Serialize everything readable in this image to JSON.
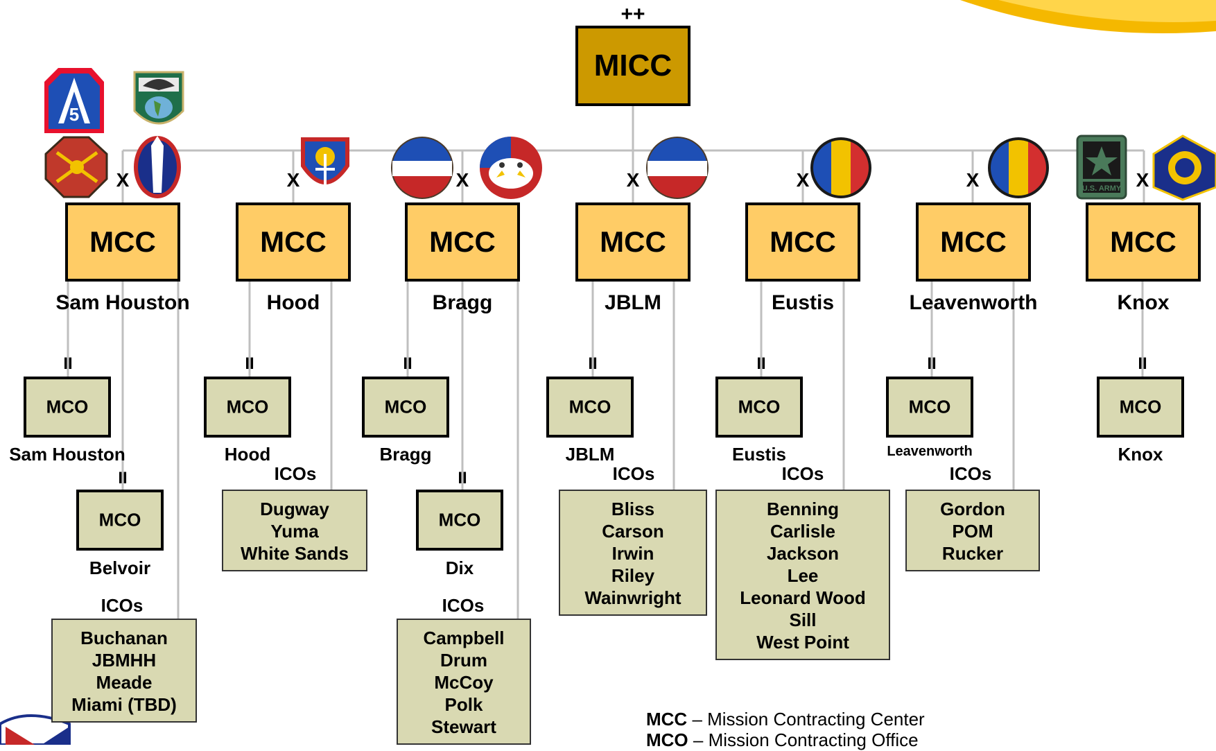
{
  "top": {
    "echelon": "++",
    "label": "MICC"
  },
  "mccs": [
    {
      "echelon": "X",
      "label": "MCC",
      "name": "Sam Houston"
    },
    {
      "echelon": "X",
      "label": "MCC",
      "name": "Hood"
    },
    {
      "echelon": "X",
      "label": "MCC",
      "name": "Bragg"
    },
    {
      "echelon": "X",
      "label": "MCC",
      "name": "JBLM"
    },
    {
      "echelon": "X",
      "label": "MCC",
      "name": "Eustis"
    },
    {
      "echelon": "X",
      "label": "MCC",
      "name": "Leavenworth"
    },
    {
      "echelon": "X",
      "label": "MCC",
      "name": "Knox"
    }
  ],
  "mcos": [
    {
      "echelon": "II",
      "label": "MCO",
      "name": "Sam Houston"
    },
    {
      "echelon": "II",
      "label": "MCO",
      "name": "Belvoir"
    },
    {
      "echelon": "II",
      "label": "MCO",
      "name": "Hood"
    },
    {
      "echelon": "II",
      "label": "MCO",
      "name": "Bragg"
    },
    {
      "echelon": "II",
      "label": "MCO",
      "name": "Dix"
    },
    {
      "echelon": "II",
      "label": "MCO",
      "name": "JBLM"
    },
    {
      "echelon": "II",
      "label": "MCO",
      "name": "Eustis"
    },
    {
      "echelon": "II",
      "label": "MCO",
      "name": "Leavenworth"
    },
    {
      "echelon": "II",
      "label": "MCO",
      "name": "Knox"
    }
  ],
  "icos": [
    {
      "heading": "ICOs",
      "items": [
        "Buchanan",
        "JBMHH",
        "Meade",
        "Miami (TBD)"
      ]
    },
    {
      "heading": "ICOs",
      "items": [
        "Dugway",
        "Yuma",
        "White Sands"
      ]
    },
    {
      "heading": "ICOs",
      "items": [
        "Campbell",
        "Drum",
        "McCoy",
        "Polk",
        "Stewart"
      ]
    },
    {
      "heading": "ICOs",
      "items": [
        "Bliss",
        "Carson",
        "Irwin",
        "Riley",
        "Wainwright"
      ]
    },
    {
      "heading": "ICOs",
      "items": [
        "Benning",
        "Carlisle",
        "Jackson",
        "Lee",
        "Leonard Wood",
        "Sill",
        "West Point"
      ]
    },
    {
      "heading": "ICOs",
      "items": [
        "Gordon",
        "POM",
        "Rucker"
      ]
    }
  ],
  "patch_text": {
    "fifth_army": "5",
    "us_army": "U.S. ARMY"
  },
  "legend": [
    {
      "abbr": "MCC",
      "text": " – Mission Contracting Center"
    },
    {
      "abbr": "MCO",
      "text": " – Mission Contracting Office"
    }
  ],
  "colors": {
    "micc": "#cc9900",
    "mcc": "#ffcc66",
    "mco": "#d9d9b2",
    "connector": "#bfbfbf",
    "accent_swoosh": "#f5b800"
  }
}
